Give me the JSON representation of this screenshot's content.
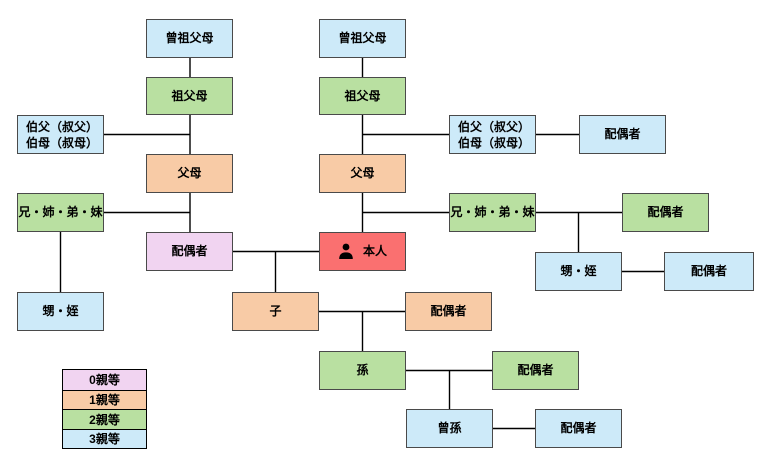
{
  "palette": {
    "degree0_violet": "#f1d4f1",
    "degree1_orange": "#f8cba6",
    "degree2_green": "#b9e0a1",
    "degree3_blue": "#cdeaf9",
    "self_red": "#fa7070",
    "box_border": "#4a4a4a",
    "connector_line": "#000000",
    "background": "#ffffff"
  },
  "spouse_tree": {
    "great_grandparents": "曾祖父母",
    "grandparents": "祖父母",
    "uncles_aunts_line1": "伯父（叔父）",
    "uncles_aunts_line2": "伯母（叔母）",
    "parents": "父母",
    "siblings": "兄・姉・弟・妹",
    "spouse": "配偶者",
    "nephews_nieces": "甥・姪"
  },
  "self_tree": {
    "great_grandparents": "曾祖父母",
    "grandparents": "祖父母",
    "parents": "父母",
    "uncles_aunts_line1": "伯父（叔父）",
    "uncles_aunts_line2": "伯母（叔母）",
    "uncles_aunts_spouse": "配偶者",
    "siblings": "兄・姉・弟・妹",
    "siblings_spouse": "配偶者",
    "self": "本人",
    "nephews_nieces": "甥・姪",
    "nephews_nieces_spouse": "配偶者"
  },
  "descendants": {
    "child": "子",
    "child_spouse": "配偶者",
    "grandchild": "孫",
    "grandchild_spouse": "配偶者",
    "great_grandchild": "曾孫",
    "great_grandchild_spouse": "配偶者"
  },
  "legend": {
    "rows": [
      {
        "label": "0親等",
        "color": "#f1d4f1"
      },
      {
        "label": "1親等",
        "color": "#f8cba6"
      },
      {
        "label": "2親等",
        "color": "#b9e0a1"
      },
      {
        "label": "3親等",
        "color": "#cdeaf9"
      }
    ]
  }
}
